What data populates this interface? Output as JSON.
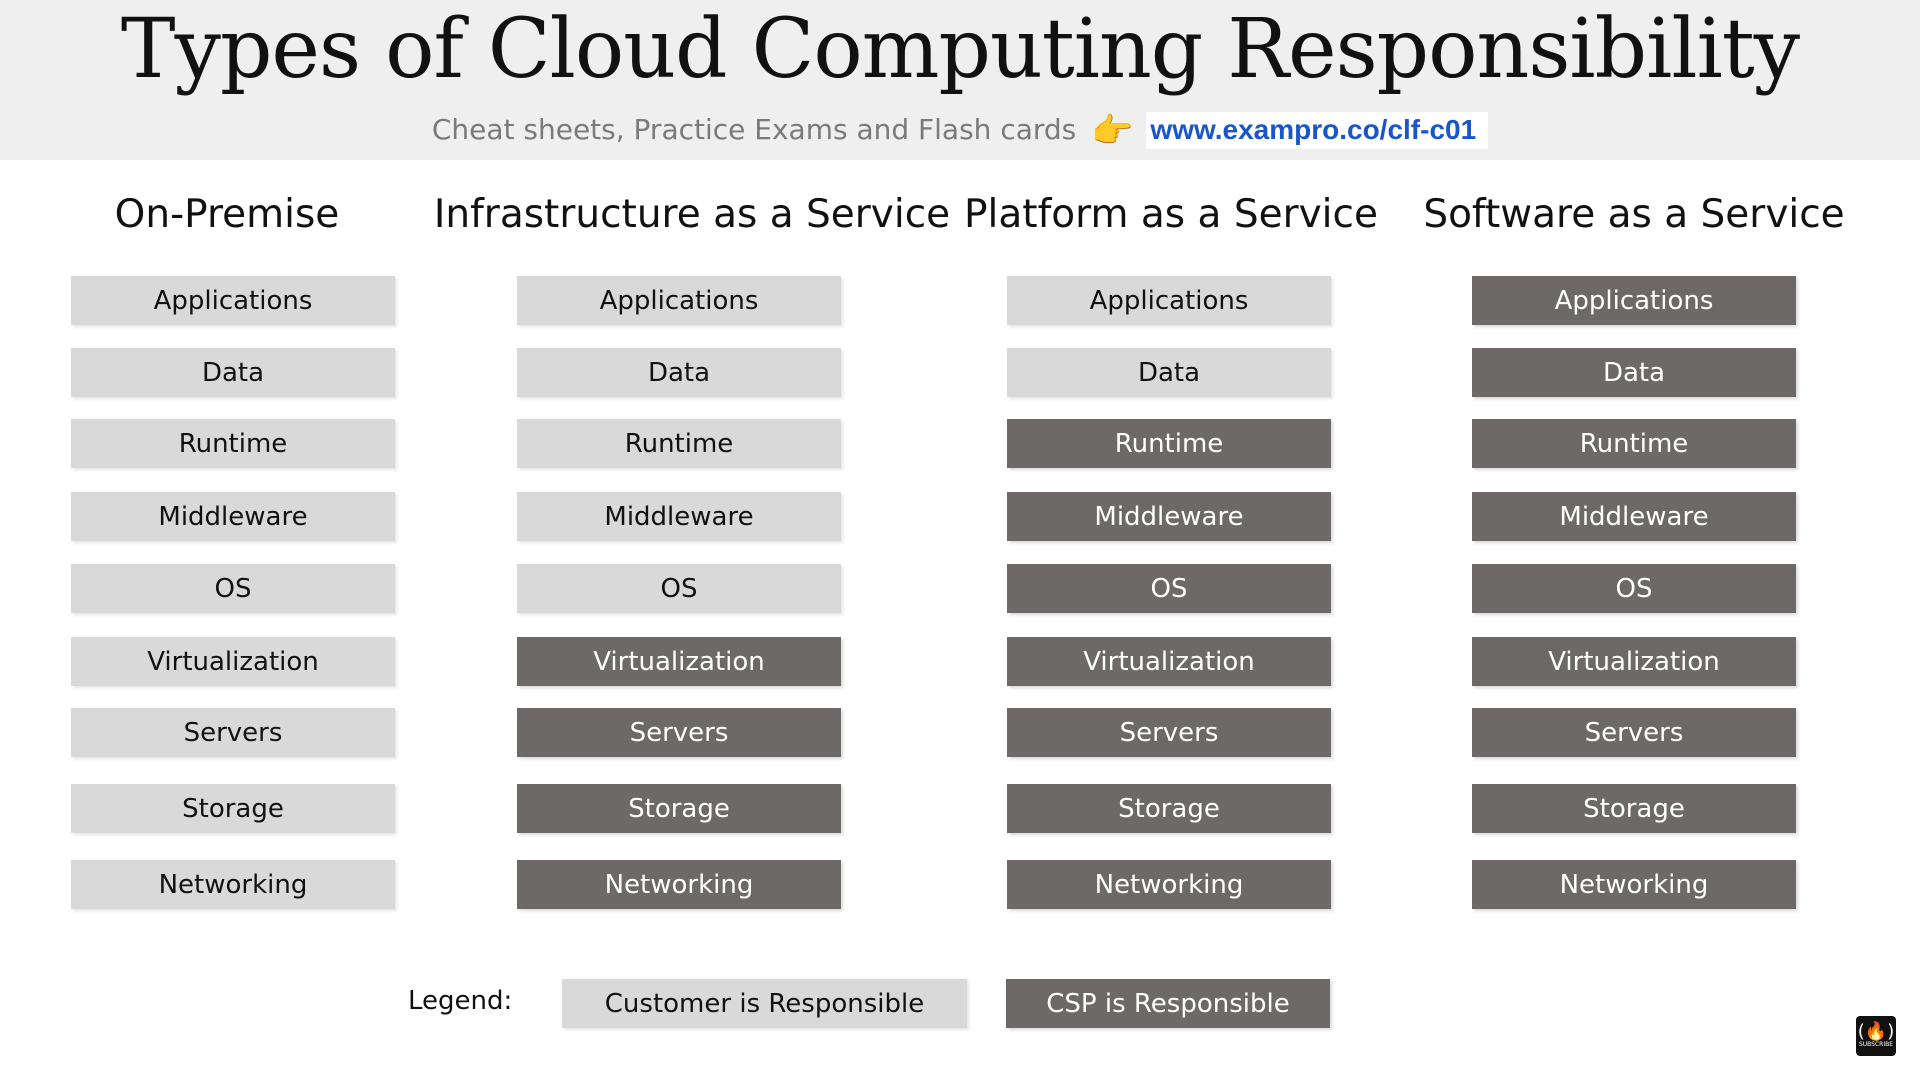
{
  "title": "Types of Cloud Computing Responsibility",
  "subtitle": {
    "text": "Cheat sheets, Practice Exams and Flash cards",
    "link": "www.exampro.co/clf-c01"
  },
  "columns": [
    {
      "title": "On-Premise"
    },
    {
      "title": "Infrastructure as a Service"
    },
    {
      "title": "Platform as a Service"
    },
    {
      "title": "Software as a Service"
    }
  ],
  "layers": [
    "Applications",
    "Data",
    "Runtime",
    "Middleware",
    "OS",
    "Virtualization",
    "Servers",
    "Storage",
    "Networking"
  ],
  "responsibility": [
    [
      "customer",
      "customer",
      "customer",
      "customer",
      "customer",
      "customer",
      "customer",
      "customer",
      "customer"
    ],
    [
      "customer",
      "customer",
      "customer",
      "customer",
      "customer",
      "csp",
      "csp",
      "csp",
      "csp"
    ],
    [
      "customer",
      "customer",
      "csp",
      "csp",
      "csp",
      "csp",
      "csp",
      "csp",
      "csp"
    ],
    [
      "csp",
      "csp",
      "csp",
      "csp",
      "csp",
      "csp",
      "csp",
      "csp",
      "csp"
    ]
  ],
  "legend": {
    "label": "Legend:",
    "customer": "Customer is Responsible",
    "csp": "CSP is Responsible"
  },
  "colors": {
    "customer": "#d9d9d9",
    "csp": "#6d6969",
    "link": "#1a56c9"
  },
  "icons": {
    "pointing_hand": "👉",
    "channel_logo": "freecodecamp-logo",
    "channel_logo_glyph": "(🔥)",
    "channel_logo_text": "SUBSCRIBE"
  }
}
